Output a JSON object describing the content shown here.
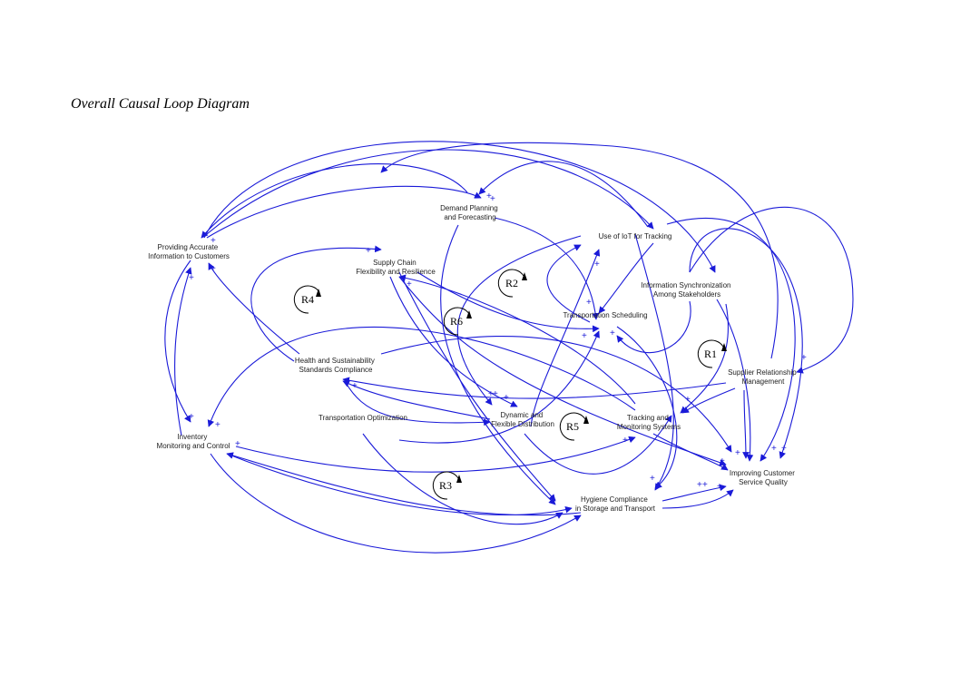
{
  "figure": {
    "title": "Overall Causal Loop Diagram"
  },
  "colors": {
    "link": "#1a1ad8",
    "polarity": "#1d1dd6",
    "text": "#222222"
  },
  "nodes": {
    "demand_planning": [
      "Demand Planning",
      "and Forecasting"
    ],
    "iot_tracking": [
      "Use of IoT for Tracking"
    ],
    "providing_info": [
      "Providing Accurate",
      "Information to Customers"
    ],
    "supply_chain": [
      "Supply Chain",
      "Flexibility and Resilience"
    ],
    "info_sync": [
      "Information Synchronization",
      "Among Stakeholders"
    ],
    "transport_scheduling": [
      "Transportation Scheduling"
    ],
    "health_sustainability": [
      "Health and Sustainability",
      "Standards Compliance"
    ],
    "supplier_relationship": [
      "Supplier Relationship",
      "Management"
    ],
    "transport_optimization": [
      "Transportation Optimization"
    ],
    "dynamic_distribution": [
      "Dynamic and",
      "Flexible Distribution"
    ],
    "tracking_monitoring": [
      "Tracking and",
      "Monitoring Systems"
    ],
    "inventory": [
      "Inventory",
      "Monitoring and Control"
    ],
    "customer_service": [
      "Improving Customer",
      "Service Quality"
    ],
    "hygiene": [
      "Hygiene Compliance",
      "in Storage and Transport"
    ]
  },
  "loops": {
    "r1": "R1",
    "r2": "R2",
    "r3": "R3",
    "r4": "R4",
    "r5": "R5",
    "r6": "R6"
  },
  "polarity_sign": "+"
}
